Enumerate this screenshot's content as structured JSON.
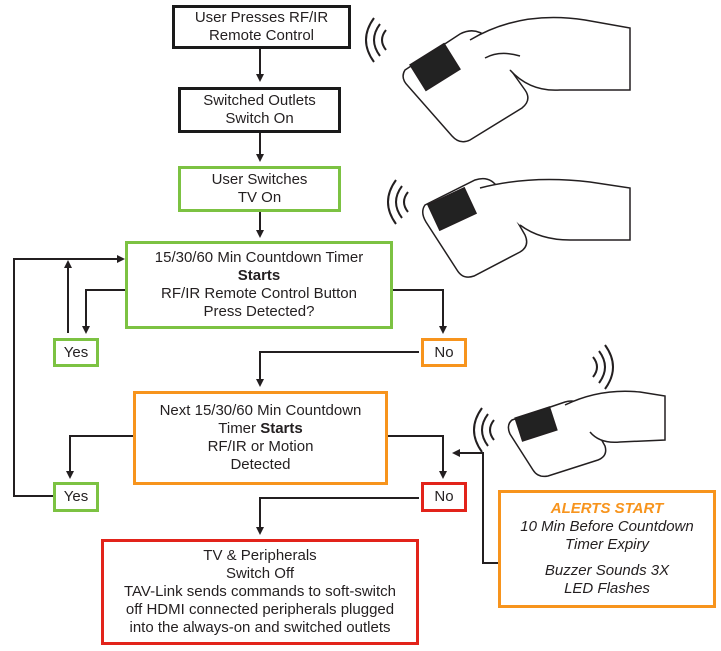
{
  "boxes": {
    "b1": [
      "User Presses RF/IR",
      "Remote Control"
    ],
    "b2": [
      "Switched Outlets",
      "Switch On"
    ],
    "b3": [
      "User Switches",
      "TV On"
    ],
    "b4": [
      "15/30/60 Min Countdown Timer",
      "Starts",
      "RF/IR Remote Control Button",
      "Press Detected?"
    ],
    "yes1": "Yes",
    "no1": "No",
    "b5": [
      "Next 15/30/60 Min Countdown",
      "Timer",
      "Starts",
      "RF/IR or Motion",
      "Detected"
    ],
    "yes2": "Yes",
    "no2": "No",
    "b6": [
      "TV & Peripherals",
      "Switch Off",
      "TAV-Link sends commands to soft-switch",
      "off HDMI connected peripherals plugged",
      "into the always-on and switched outlets"
    ],
    "alert": [
      "ALERTS START",
      "10 Min Before Countdown",
      "Timer Expiry",
      "Buzzer Sounds 3X",
      "LED Flashes"
    ]
  },
  "colors": {
    "black": "#1a1a1a",
    "green": "#7cc242",
    "orange": "#f7941d",
    "red": "#e2231a"
  },
  "icons": [
    "hand-remote-icon",
    "signal-waves-icon"
  ]
}
